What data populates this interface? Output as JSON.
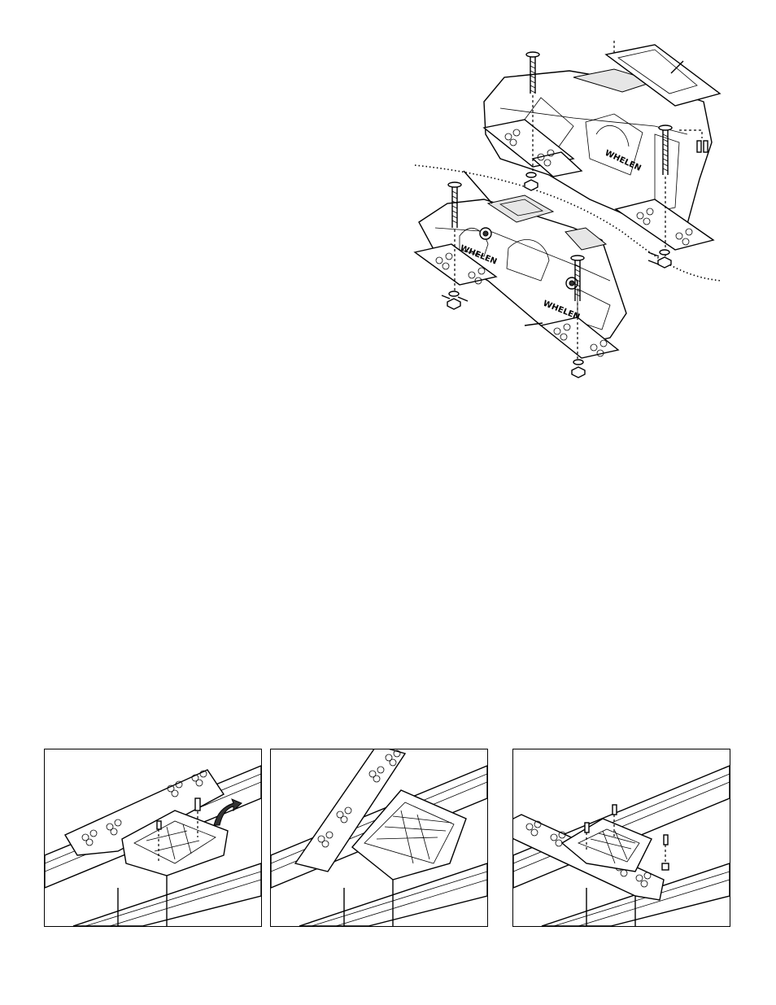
{
  "exploded_view": {
    "brand_marks": [
      "WHELEN",
      "WHELEN",
      "WHELEN"
    ]
  },
  "steps": [
    {
      "name": "step-1"
    },
    {
      "name": "step-2"
    },
    {
      "name": "step-3"
    }
  ]
}
